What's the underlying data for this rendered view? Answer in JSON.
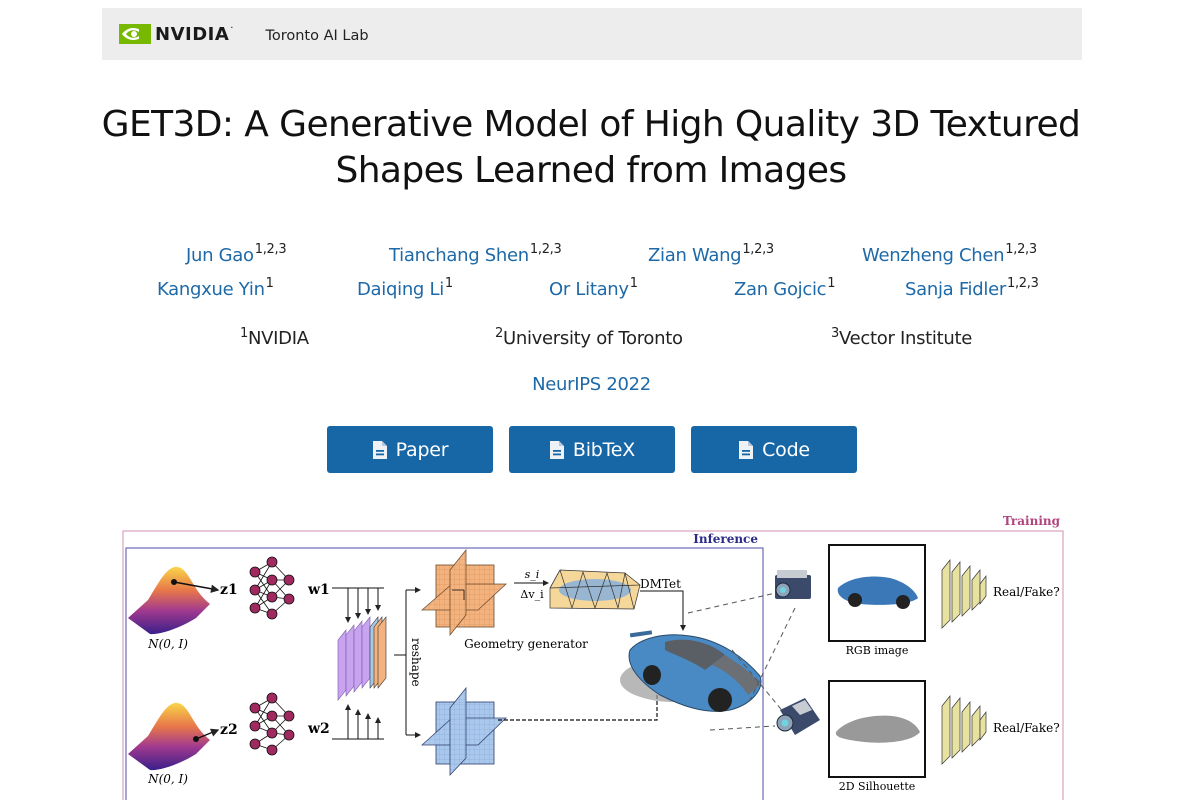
{
  "navbar": {
    "brand": "NVIDIA",
    "brand_color": "#76b900",
    "lab_name": "Toronto AI Lab"
  },
  "header": {
    "title_line1": "GET3D: A Generative Model of High Quality 3D Textured",
    "title_line2": "Shapes Learned from Images"
  },
  "authors": [
    {
      "name": "Jun Gao",
      "affil": "1,2,3"
    },
    {
      "name": "Tianchang Shen",
      "affil": "1,2,3"
    },
    {
      "name": "Zian Wang",
      "affil": "1,2,3"
    },
    {
      "name": "Wenzheng Chen",
      "affil": "1,2,3"
    },
    {
      "name": "Kangxue Yin",
      "affil": "1"
    },
    {
      "name": "Daiqing Li",
      "affil": "1"
    },
    {
      "name": "Or Litany",
      "affil": "1"
    },
    {
      "name": "Zan Gojcic",
      "affil": "1"
    },
    {
      "name": "Sanja Fidler",
      "affil": "1,2,3"
    }
  ],
  "affiliations": [
    {
      "num": "1",
      "name": "NVIDIA"
    },
    {
      "num": "2",
      "name": "University of Toronto"
    },
    {
      "num": "3",
      "name": "Vector Institute"
    }
  ],
  "venue": "NeurIPS 2022",
  "buttons": [
    {
      "label": "Paper",
      "icon": "file-icon"
    },
    {
      "label": "BibTeX",
      "icon": "file-icon"
    },
    {
      "label": "Code",
      "icon": "file-icon"
    }
  ],
  "colors": {
    "link": "#1e69a8",
    "button": "#1766a6",
    "navbar_bg": "#ededed",
    "training_box": "#c0608f",
    "inference_box": "#3b3b9a"
  },
  "figure": {
    "training_label": "Training",
    "inference_label": "Inference",
    "dist1_label": "N(0, I)",
    "dist2_label": "N(0, I)",
    "z1": "z1",
    "z2": "z2",
    "w1": "w1",
    "w2": "w2",
    "reshape_label": "reshape",
    "geometry_label": "Geometry generator",
    "sdf_label_top": "s_i",
    "sdf_label_bottom": "Δv_i",
    "dmtet_label": "DMTet",
    "rgb_label": "RGB image",
    "silhouette_label": "2D Silhouette",
    "disc1_label": "Real/Fake?",
    "disc2_label": "Real/Fake?"
  }
}
